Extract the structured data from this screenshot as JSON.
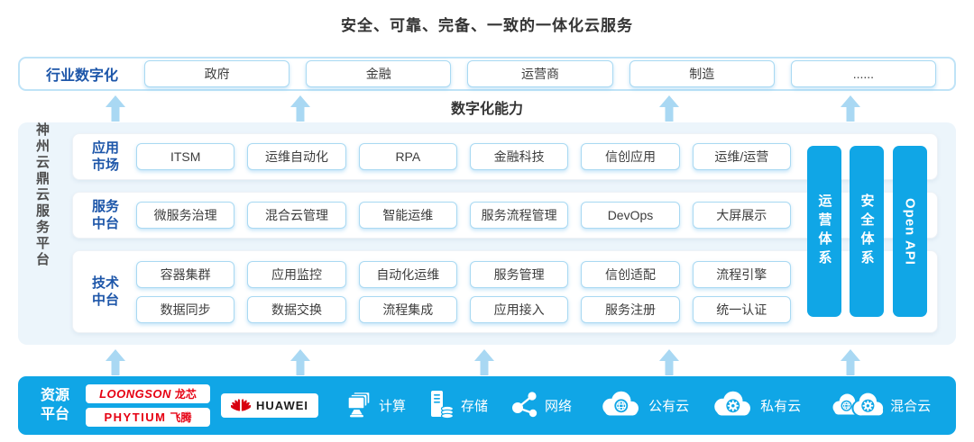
{
  "title": "安全、可靠、完备、一致的一体化云服务",
  "industry": {
    "label": "行业数字化",
    "items": [
      "政府",
      "金融",
      "运营商",
      "制造",
      "......"
    ]
  },
  "capability_label": "数字化能力",
  "platform": {
    "name": "神州云鼎云服务平台",
    "rows": [
      {
        "label_lines": [
          "应用",
          "市场"
        ],
        "items": [
          [
            "ITSM",
            "运维自动化",
            "RPA",
            "金融科技",
            "信创应用",
            "运维/运营"
          ]
        ]
      },
      {
        "label_lines": [
          "服务",
          "中台"
        ],
        "items": [
          [
            "微服务治理",
            "混合云管理",
            "智能运维",
            "服务流程管理",
            "DevOps",
            "大屏展示"
          ]
        ]
      },
      {
        "label_lines": [
          "技术",
          "中台"
        ],
        "items": [
          [
            "容器集群",
            "应用监控",
            "自动化运维",
            "服务管理",
            "信创适配",
            "流程引擎"
          ],
          [
            "数据同步",
            "数据交换",
            "流程集成",
            "应用接入",
            "服务注册",
            "统一认证"
          ]
        ]
      }
    ],
    "pillars": [
      "运营体系",
      "安全体系",
      "Open API"
    ]
  },
  "resources": {
    "label_lines": [
      "资源",
      "平台"
    ],
    "vendors": [
      {
        "latin": "LOONGSON",
        "cjk": "龙芯"
      },
      {
        "latin": "PHYTIUM",
        "cjk": "飞腾"
      }
    ],
    "huawei_label": "HUAWEI",
    "items": [
      {
        "icon": "compute-icon",
        "label": "计算"
      },
      {
        "icon": "storage-icon",
        "label": "存储"
      },
      {
        "icon": "network-icon",
        "label": "网络"
      },
      {
        "icon": "public-cloud-icon",
        "label": "公有云"
      },
      {
        "icon": "private-cloud-icon",
        "label": "私有云"
      },
      {
        "icon": "hybrid-cloud-icon",
        "label": "混合云"
      }
    ]
  },
  "colors": {
    "accent_blue": "#10a6e6",
    "arrow_blue": "#a9d8f3",
    "box_border_blue": "#a9d9f2",
    "label_blue": "#1d56a9",
    "vendor_red": "#e60012"
  }
}
